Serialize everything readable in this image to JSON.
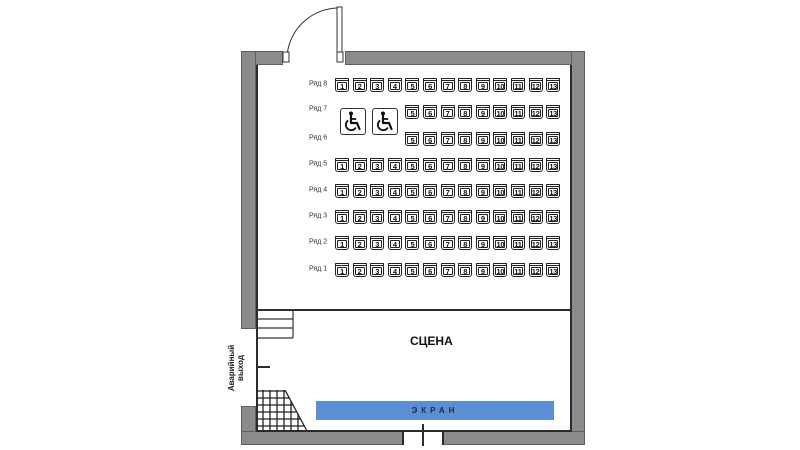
{
  "plan": {
    "stage_label": "СЦЕНА",
    "screen_label": "ЭКРАН",
    "exit_label_line1": "Аварийный",
    "exit_label_line2": "выход",
    "colors": {
      "wall": "#8a8c8c",
      "screen": "#5b8ed3",
      "screen_text": "#1d2b52"
    }
  },
  "rows": [
    {
      "label": "Ряд 8",
      "seats": [
        "1",
        "2",
        "3",
        "4",
        "5",
        "6",
        "7",
        "8",
        "9",
        "10",
        "11",
        "12",
        "13"
      ]
    },
    {
      "label": "Ряд 7",
      "seats": [
        "5",
        "6",
        "7",
        "8",
        "9",
        "10",
        "11",
        "12",
        "13"
      ],
      "wheelchair": 2
    },
    {
      "label": "Ряд 6",
      "seats": [
        "5",
        "6",
        "7",
        "8",
        "9",
        "10",
        "11",
        "12",
        "13"
      ]
    },
    {
      "label": "Ряд 5",
      "seats": [
        "1",
        "2",
        "3",
        "4",
        "5",
        "6",
        "7",
        "8",
        "9",
        "10",
        "11",
        "12",
        "13"
      ]
    },
    {
      "label": "Ряд 4",
      "seats": [
        "1",
        "2",
        "3",
        "4",
        "5",
        "6",
        "7",
        "8",
        "9",
        "10",
        "11",
        "12",
        "13"
      ]
    },
    {
      "label": "Ряд 3",
      "seats": [
        "1",
        "2",
        "3",
        "4",
        "5",
        "6",
        "7",
        "8",
        "9",
        "10",
        "11",
        "12",
        "13"
      ]
    },
    {
      "label": "Ряд 2",
      "seats": [
        "1",
        "2",
        "3",
        "4",
        "5",
        "6",
        "7",
        "8",
        "9",
        "10",
        "11",
        "12",
        "13"
      ]
    },
    {
      "label": "Ряд 1",
      "seats": [
        "1",
        "2",
        "3",
        "4",
        "5",
        "6",
        "7",
        "8",
        "9",
        "10",
        "11",
        "12",
        "13"
      ]
    }
  ],
  "icons": {
    "wheelchair": "wheelchair-icon"
  }
}
